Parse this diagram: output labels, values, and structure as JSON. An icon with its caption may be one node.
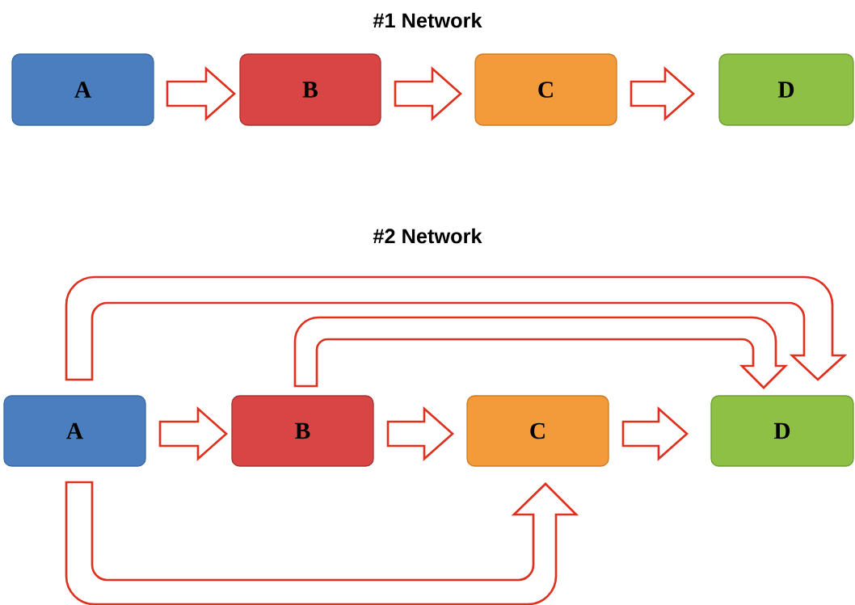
{
  "diagram": {
    "nodes": [
      {
        "text": [
          "A"
        ]
      },
      {
        "text": [
          "B"
        ]
      },
      {
        "text": [
          "C"
        ]
      },
      {
        "text": [
          "D"
        ]
      },
      {
        "text": [
          "A"
        ]
      },
      {
        "text": [
          "B"
        ]
      },
      {
        "text": [
          "C"
        ]
      },
      {
        "text": [
          "D"
        ]
      }
    ],
    "edges": [
      {
        "from": 0,
        "to": 1,
        "arrow": "to"
      },
      {
        "from": 1,
        "to": 2,
        "arrow": "to"
      },
      {
        "from": 2,
        "to": 3,
        "arrow": "to"
      },
      {
        "from": 4,
        "to": 7,
        "arrow": "to"
      },
      {
        "from": 5,
        "to": 7,
        "arrow": "to"
      },
      {
        "from": 4,
        "to": 5,
        "arrow": "to"
      },
      {
        "from": 5,
        "to": 6,
        "arrow": "to"
      },
      {
        "from": 6,
        "to": 7,
        "arrow": "to"
      },
      {
        "from": 4,
        "to": 6,
        "arrow": "to"
      }
    ],
    "labels": [
      "#1 Network",
      "#2 Network"
    ]
  }
}
